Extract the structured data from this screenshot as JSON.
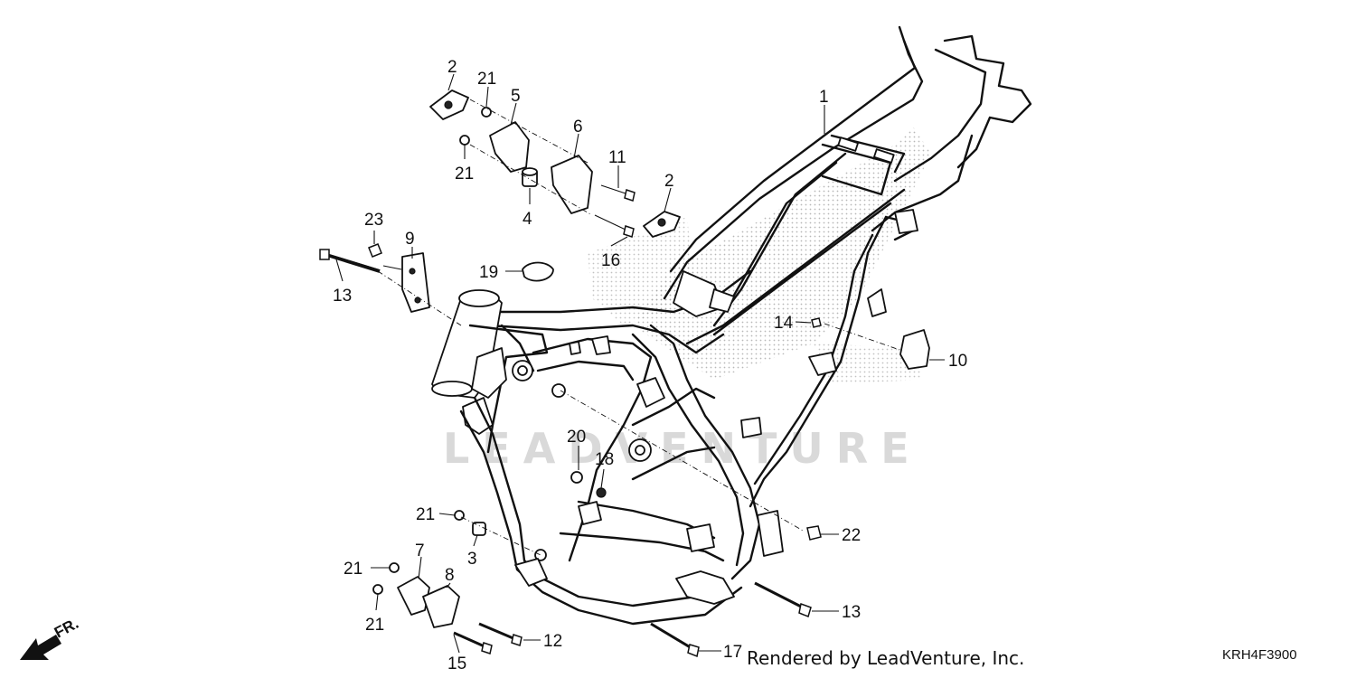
{
  "diagram": {
    "watermark": "LEADVENTURE",
    "direction_label": "FR.",
    "credit": "Rendered by LeadVenture, Inc.",
    "code": "KRH4F3900",
    "callouts": [
      {
        "id": "c1",
        "text": "1"
      },
      {
        "id": "c2a",
        "text": "2"
      },
      {
        "id": "c2b",
        "text": "2"
      },
      {
        "id": "c3",
        "text": "3"
      },
      {
        "id": "c4",
        "text": "4"
      },
      {
        "id": "c5",
        "text": "5"
      },
      {
        "id": "c6",
        "text": "6"
      },
      {
        "id": "c7",
        "text": "7"
      },
      {
        "id": "c8",
        "text": "8"
      },
      {
        "id": "c9",
        "text": "9"
      },
      {
        "id": "c10",
        "text": "10"
      },
      {
        "id": "c11",
        "text": "11"
      },
      {
        "id": "c12",
        "text": "12"
      },
      {
        "id": "c13a",
        "text": "13"
      },
      {
        "id": "c13b",
        "text": "13"
      },
      {
        "id": "c14",
        "text": "14"
      },
      {
        "id": "c15",
        "text": "15"
      },
      {
        "id": "c16",
        "text": "16"
      },
      {
        "id": "c17",
        "text": "17"
      },
      {
        "id": "c18",
        "text": "18"
      },
      {
        "id": "c19",
        "text": "19"
      },
      {
        "id": "c20",
        "text": "20"
      },
      {
        "id": "c21a",
        "text": "21"
      },
      {
        "id": "c21b",
        "text": "21"
      },
      {
        "id": "c21c",
        "text": "21"
      },
      {
        "id": "c21d",
        "text": "21"
      },
      {
        "id": "c21e",
        "text": "21"
      },
      {
        "id": "c22",
        "text": "22"
      },
      {
        "id": "c23",
        "text": "23"
      }
    ]
  }
}
